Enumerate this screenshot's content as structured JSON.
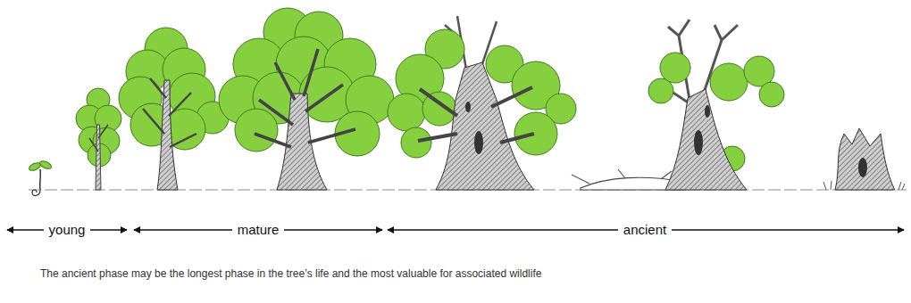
{
  "diagram": {
    "caption": "The ancient phase may be the longest phase in the tree’s life and the most valuable for associated wildlife",
    "labels": [
      "young",
      "mature",
      "ancient"
    ]
  }
}
